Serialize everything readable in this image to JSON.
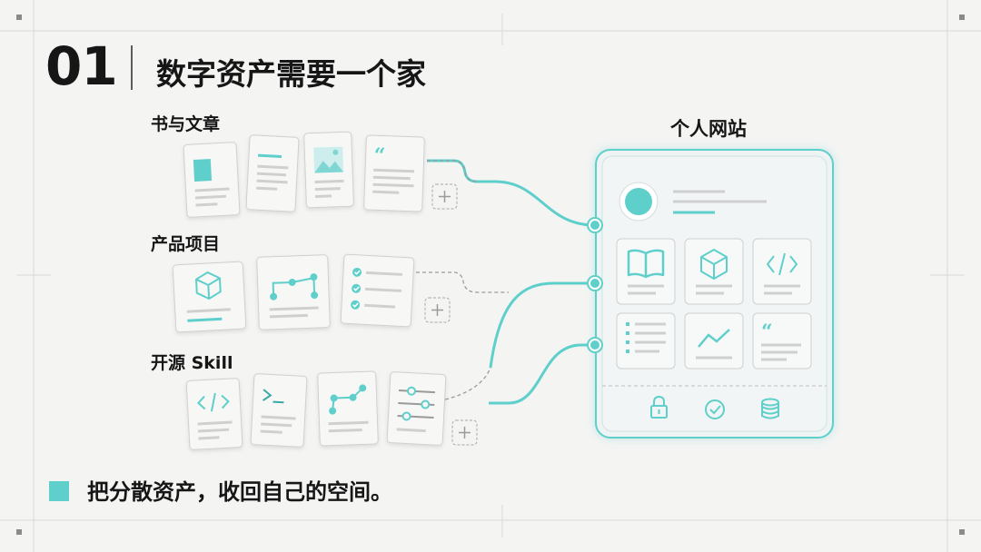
{
  "section_number": "01",
  "title": "数字资产需要一个家",
  "groups": [
    {
      "label": "书与文章"
    },
    {
      "label": "产品项目"
    },
    {
      "label": "开源 Skill"
    }
  ],
  "site": {
    "label": "个人网站"
  },
  "tagline": "把分散资产，收回自己的空间。",
  "icons": {
    "books": [
      "document-icon",
      "text-lines-icon",
      "image-icon",
      "quote-icon",
      "plus-icon"
    ],
    "products": [
      "cube-icon",
      "flow-icon",
      "checklist-icon",
      "plus-icon"
    ],
    "skills": [
      "code-icon",
      "terminal-icon",
      "chart-nodes-icon",
      "sliders-icon",
      "plus-icon"
    ],
    "site_grid": [
      "book-icon",
      "cube-icon",
      "code-icon",
      "list-icon",
      "trend-icon",
      "quote-icon"
    ],
    "site_footer": [
      "lock-icon",
      "check-circle-icon",
      "database-icon"
    ]
  },
  "colors": {
    "accent": "#5fcfcb",
    "text": "#161616",
    "card_border": "#cfcfcf",
    "background": "#f4f4f3"
  }
}
